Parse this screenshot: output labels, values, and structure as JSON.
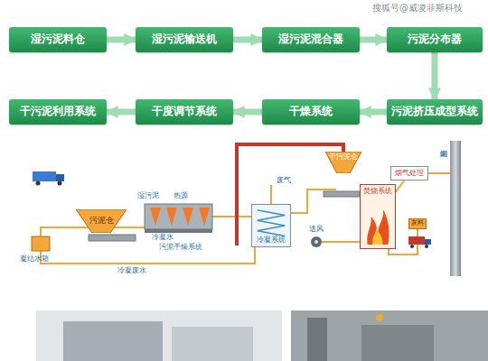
{
  "diagram": {
    "nodes": [
      {
        "text": [
          "湿污泥料仓"
        ]
      },
      {
        "text": [
          "湿污泥输送机"
        ]
      },
      {
        "text": [
          "湿污泥混合器"
        ]
      },
      {
        "text": [
          "污泥分布器"
        ]
      },
      {
        "text": [
          "干污泥利用系统"
        ]
      },
      {
        "text": [
          "干度调节系统"
        ]
      },
      {
        "text": [
          "干燥系统"
        ]
      },
      {
        "text": [
          "污泥挤压成型系统"
        ]
      },
      {
        "text": [
          "污泥仓"
        ]
      },
      {
        "text": [
          "冷凝系统"
        ]
      },
      {
        "text": [
          "干污泥仓"
        ]
      },
      {
        "text": [
          "焚烧系统"
        ]
      },
      {
        "text": [
          "烟气处理"
        ]
      },
      {
        "text": [
          "灰料"
        ]
      }
    ],
    "edges": [
      {
        "from": 0,
        "to": 1,
        "arrow": "to"
      },
      {
        "from": 1,
        "to": 2,
        "arrow": "to"
      },
      {
        "from": 2,
        "to": 3,
        "arrow": "to"
      },
      {
        "from": 3,
        "to": 7,
        "arrow": "to"
      },
      {
        "from": 7,
        "to": 6,
        "arrow": "to"
      },
      {
        "from": 6,
        "to": 5,
        "arrow": "to"
      },
      {
        "from": 5,
        "to": 4,
        "arrow": "to"
      },
      {
        "from": 11,
        "to": 12,
        "arrow": "none"
      }
    ],
    "labels": [
      "搜狐号@威凌菲斯科技",
      "湿污泥",
      "热源",
      "冷凝水",
      "污泥干燥系统",
      "废气",
      "送风",
      "烟囱",
      "凝结水箱",
      "冷凝废水"
    ]
  }
}
